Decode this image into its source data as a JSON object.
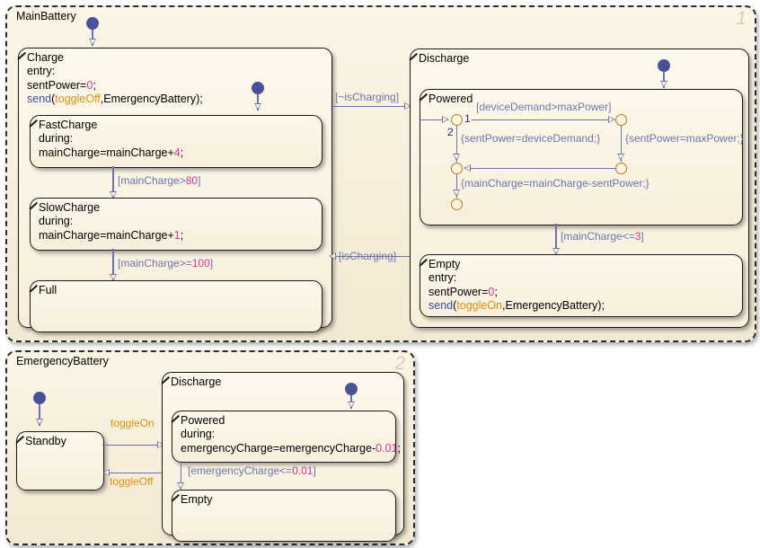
{
  "charts": [
    {
      "name": "MainBattery",
      "number": "1",
      "states": {
        "charge": {
          "name": "Charge",
          "body": [
            "entry:",
            "sentPower=0;",
            "send(toggleOff,EmergencyBattery);"
          ],
          "substates": [
            {
              "name": "FastCharge",
              "body": [
                "during:",
                "mainCharge=mainCharge+4;"
              ]
            },
            {
              "name": "SlowCharge",
              "body": [
                "during:",
                "mainCharge=mainCharge+1;"
              ]
            },
            {
              "name": "Full",
              "body": []
            }
          ]
        },
        "discharge": {
          "name": "Discharge",
          "powered": {
            "name": "Powered"
          },
          "empty": {
            "name": "Empty",
            "body": [
              "entry:",
              "sentPower=0;",
              "send(toggleOn,EmergencyBattery);"
            ]
          }
        }
      },
      "transitions": {
        "fast_to_slow": "[mainCharge>80]",
        "slow_to_full": "[mainCharge>=100]",
        "charge_to_discharge": "[~isCharging]",
        "discharge_to_charge": "[isCharging]",
        "powered_to_empty": "[mainCharge<=3]",
        "j1_to_j2_cond": "[deviceDemand>maxPower]",
        "j1_order_1": "1",
        "j1_order_2": "2",
        "j1_down_action": "{sentPower=deviceDemand;}",
        "j2_down_action": "{sentPower=maxPower;}",
        "j3_down_action": "{mainCharge=mainCharge-sentPower;}"
      }
    },
    {
      "name": "EmergencyBattery",
      "number": "2",
      "states": {
        "standby": {
          "name": "Standby"
        },
        "discharge": {
          "name": "Discharge",
          "powered": {
            "name": "Powered",
            "body": [
              "during:",
              "emergencyCharge=emergencyCharge-0.01;"
            ]
          },
          "empty": {
            "name": "Empty",
            "body": []
          }
        }
      },
      "transitions": {
        "toggle_on": "toggleOn",
        "toggle_off": "toggleOff",
        "powered_to_empty": "[emergencyCharge<=0.01]"
      }
    }
  ],
  "colors": {
    "chart_fill": "#f8f1e0",
    "state_fill": "#fdf8ec",
    "transition": "#6b74ae",
    "keyword": "#3b4ba8",
    "event": "#e09010",
    "number": "#e0309a",
    "junction": "#c07a10",
    "default_dot": "#4a5198"
  }
}
